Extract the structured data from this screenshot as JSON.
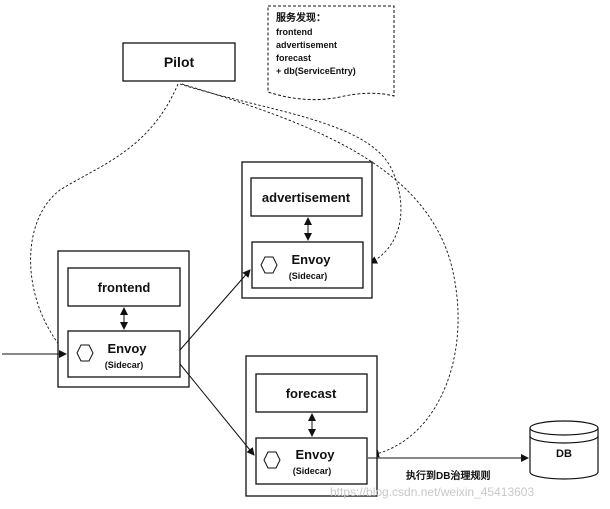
{
  "pilot": {
    "label": "Pilot"
  },
  "note": {
    "title": "服务发现：",
    "lines": [
      "frontend",
      "advertisement",
      "forecast",
      "+ db(ServiceEntry)"
    ]
  },
  "services": {
    "frontend": {
      "label": "frontend"
    },
    "advertisement": {
      "label": "advertisement"
    },
    "forecast": {
      "label": "forecast"
    }
  },
  "envoy": {
    "label": "Envoy",
    "sublabel": "(Sidecar)"
  },
  "db": {
    "label": "DB"
  },
  "db_rule": {
    "label": "执行到DB治理规则"
  },
  "watermark": {
    "label": "https://blog.csdn.net/weixin_45413603"
  }
}
